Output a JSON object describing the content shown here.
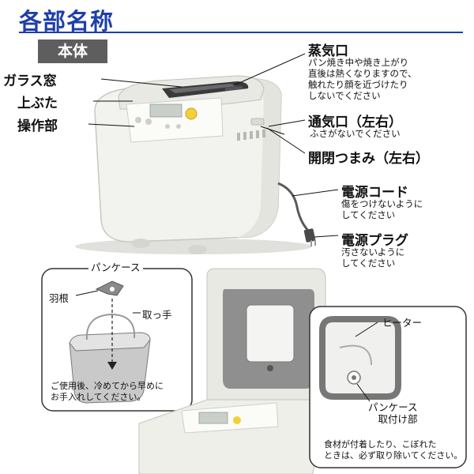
{
  "header": {
    "title": "各部名称",
    "badge": "本体"
  },
  "main_unit_labels": {
    "glass_window": "ガラス窓",
    "lid": "上ぶた",
    "control_panel": "操作部"
  },
  "callouts": {
    "steam_vent": {
      "label": "蒸気口",
      "note": [
        "パン焼き中や焼き上がり",
        "直後は熱くなりますので、",
        "触れたり顔を近づけたり",
        "しないでください"
      ]
    },
    "air_vent": {
      "label": "通気口（左右）",
      "note": [
        "ふさがないでください"
      ]
    },
    "latch": {
      "label": "開閉つまみ（左右）"
    },
    "power_cord": {
      "label": "電源コード",
      "note": [
        "傷をつけないように",
        "してください"
      ]
    },
    "power_plug": {
      "label": "電源プラグ",
      "note": [
        "汚さないように",
        "してください"
      ]
    }
  },
  "bread_case": {
    "title": "パンケース",
    "blade": "羽根",
    "handle": "取っ手",
    "note": [
      "ご使用後、冷めてから早めに",
      "お手入れしてください。"
    ]
  },
  "interior": {
    "heater": "ヒーター",
    "mount": [
      "パンケース",
      "取付け部"
    ],
    "note": [
      "食材が付着したり、こぼれた",
      "ときは、必ず取り除いてください。"
    ]
  },
  "colors": {
    "title_blue": "#1f3fa8",
    "badge_gray": "#5e5e5e",
    "body_white": "#f2f2ee",
    "accent_yellow": "#f4cf3a"
  }
}
